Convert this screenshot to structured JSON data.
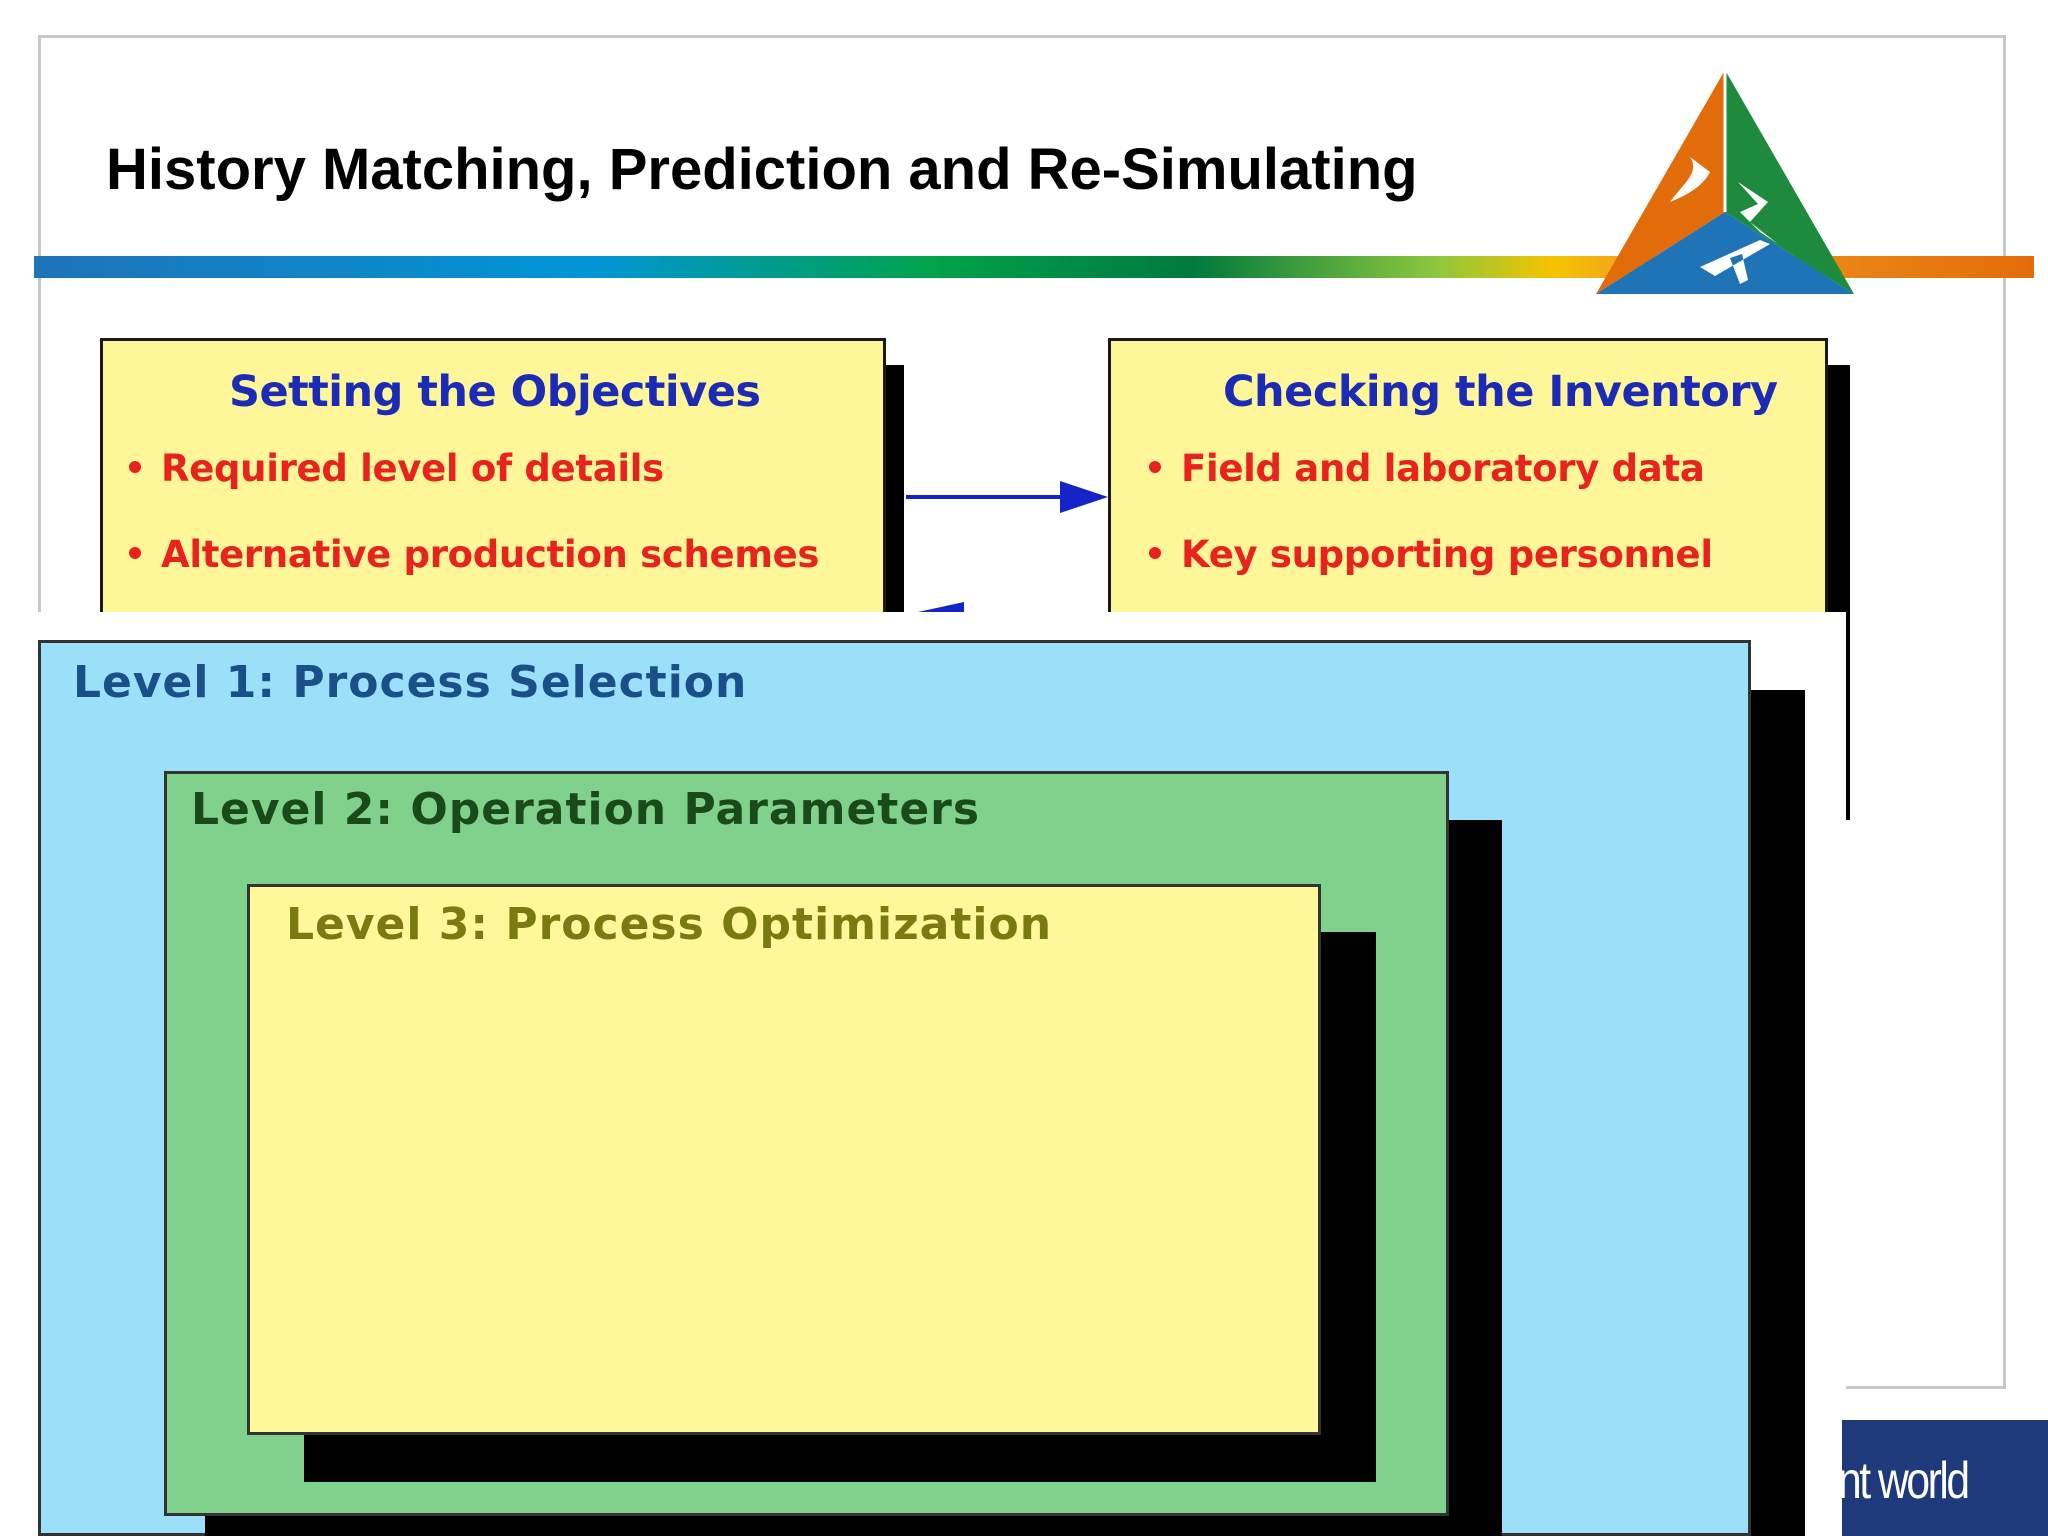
{
  "slide": {
    "title": "History Matching, Prediction and Re-Simulating",
    "footer_text": "nt world"
  },
  "diagram": {
    "box1": {
      "title": "Setting the Objectives",
      "bullets": [
        "Required level of details",
        "Alternative production schemes"
      ]
    },
    "box2": {
      "title": "Checking the Inventory",
      "bullets": [
        "Field and laboratory data",
        "Key supporting personnel"
      ]
    }
  },
  "levels": {
    "level1": "Level 1: Process Selection",
    "level2": "Level 2: Operation Parameters",
    "level3": "Level 3: Process Optimization"
  },
  "colors": {
    "box_fill": "#fef698",
    "box_title": "#1c2bb5",
    "bullet_text": "#e8221c",
    "arrow": "#1424c8",
    "level1_fill": "#9be0f8",
    "level2_fill": "#80d18c",
    "level3_fill": "#fff799",
    "level1_text": "#1b4f8a",
    "level2_text": "#1a4a1a",
    "level3_text": "#7a7a10",
    "footer_bar": "#1e3a7a"
  }
}
